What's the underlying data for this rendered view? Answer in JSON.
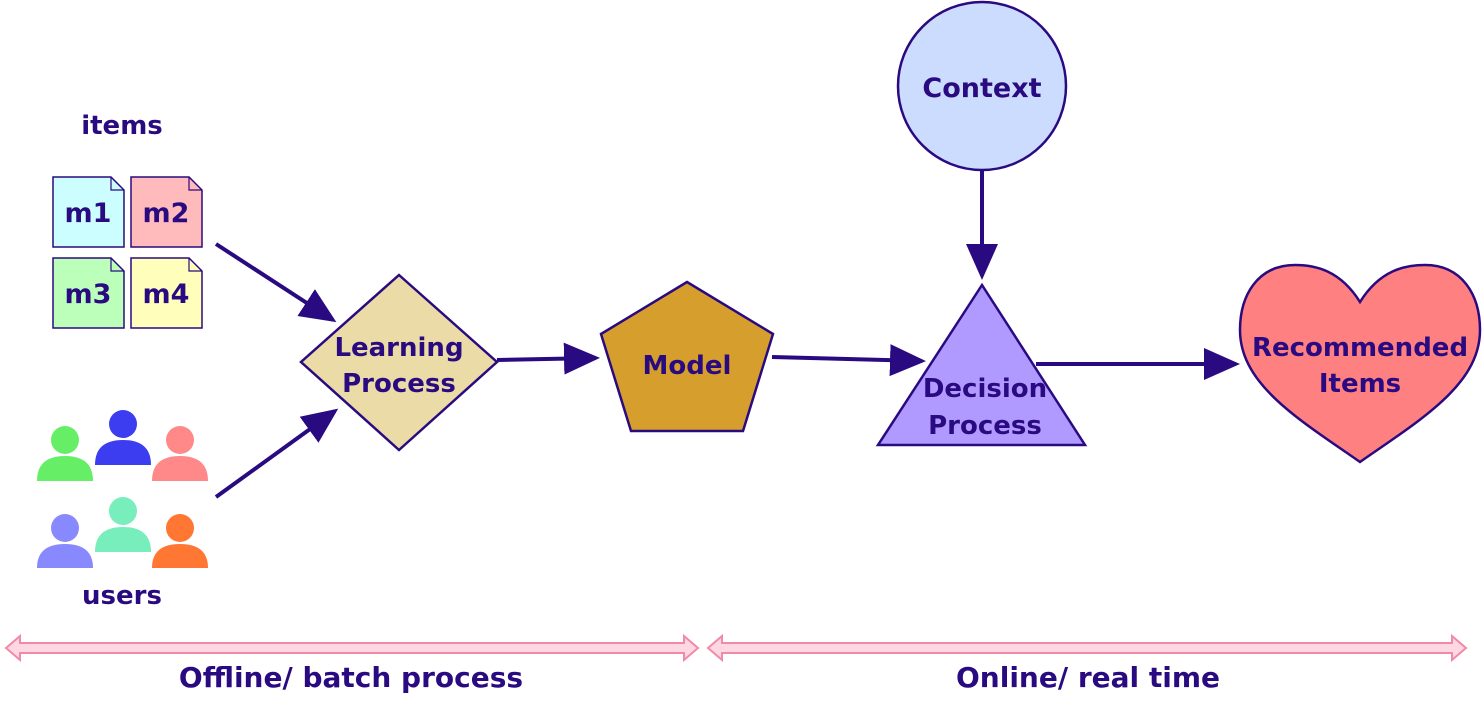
{
  "labels": {
    "items": "items",
    "users": "users",
    "learning_line1": "Learning",
    "learning_line2": "Process",
    "model": "Model",
    "context": "Context",
    "decision_line1": "Decision",
    "decision_line2": "Process",
    "recommended_line1": "Recommended",
    "recommended_line2": "Items",
    "offline": "Offline/ batch process",
    "online": "Online/ real time"
  },
  "items": [
    {
      "label": "m1",
      "color": "#ccfeff"
    },
    {
      "label": "m2",
      "color": "#ffbbbb"
    },
    {
      "label": "m3",
      "color": "#bbffbb"
    },
    {
      "label": "m4",
      "color": "#ffffbb"
    }
  ],
  "users": [
    {
      "color": "#66ee66"
    },
    {
      "color": "#3c3cf0"
    },
    {
      "color": "#ff8888"
    },
    {
      "color": "#8888ff"
    },
    {
      "color": "#77eebb"
    },
    {
      "color": "#ff7733"
    }
  ],
  "colors": {
    "text": "#2a0a80",
    "stroke": "#2a0a80",
    "learning_fill": "#ebdba7",
    "model_fill": "#d69f2d",
    "context_fill": "#ccdcfe",
    "decision_fill": "#b19aff",
    "recommended_fill": "#ff8080",
    "timeline": "#f08aa8"
  }
}
